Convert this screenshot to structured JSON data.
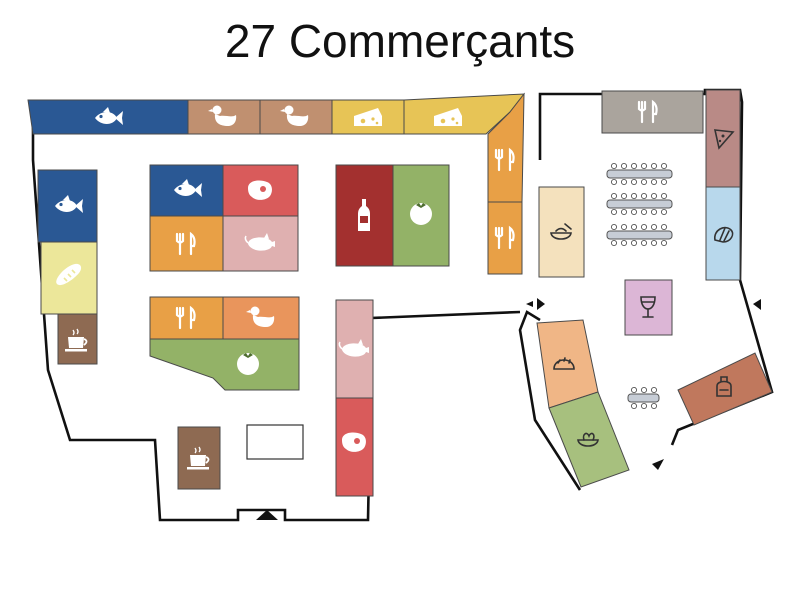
{
  "title": "27 Commerçants",
  "colors": {
    "fish": "#2a5894",
    "poultry": "#c09070",
    "cheese": "#e7c456",
    "restaurant": "#e8a046",
    "butcher": "#d95b5b",
    "pork": "#dfb0b0",
    "wine": "#a3302f",
    "vegetables": "#93b267",
    "bakery": "#ece79a",
    "coffee": "#8e6a52",
    "rice": "#f4e1bd",
    "tacos": "#f0b686",
    "pizza": "#b98a86",
    "seafood": "#b8d8ec",
    "wine_bar": "#dcb6d6",
    "salad": "#a7c07e",
    "sauce": "#c0785d",
    "gray": "#aaa49d",
    "tables": "#c7cdd6"
  },
  "stalls": [
    {
      "id": "fish-top",
      "icon": "fish-icon"
    },
    {
      "id": "poultry-1",
      "icon": "duck-icon"
    },
    {
      "id": "poultry-2",
      "icon": "duck-icon"
    },
    {
      "id": "cheese-1",
      "icon": "cheese-icon"
    },
    {
      "id": "cheese-2",
      "icon": "cheese-icon"
    },
    {
      "id": "restaurant-right-1",
      "icon": "cutlery-icon"
    },
    {
      "id": "restaurant-right-2",
      "icon": "cutlery-icon"
    },
    {
      "id": "fish-left",
      "icon": "fish-icon"
    },
    {
      "id": "bakery",
      "icon": "bread-icon"
    },
    {
      "id": "coffee-left",
      "icon": "coffee-icon"
    },
    {
      "id": "fish-center",
      "icon": "fish-icon"
    },
    {
      "id": "butcher-center",
      "icon": "steak-icon"
    },
    {
      "id": "restaurant-center",
      "icon": "cutlery-icon"
    },
    {
      "id": "pork-center",
      "icon": "pig-icon"
    },
    {
      "id": "wine",
      "icon": "wine-bottle-icon"
    },
    {
      "id": "vegetables-center",
      "icon": "tomato-icon"
    },
    {
      "id": "restaurant-lower",
      "icon": "cutlery-icon"
    },
    {
      "id": "poultry-lower",
      "icon": "duck-icon"
    },
    {
      "id": "vegetables-lower",
      "icon": "tomato-icon"
    },
    {
      "id": "coffee-lower",
      "icon": "coffee-icon"
    },
    {
      "id": "pork-column",
      "icon": "pig-icon"
    },
    {
      "id": "butcher-column",
      "icon": "steak-icon"
    },
    {
      "id": "restaurant-hall",
      "icon": "cutlery-icon"
    },
    {
      "id": "pizza",
      "icon": "pizza-icon"
    },
    {
      "id": "seafood",
      "icon": "shell-icon"
    },
    {
      "id": "rice-bowl",
      "icon": "bowl-icon"
    },
    {
      "id": "wine-bar",
      "icon": "wine-glass-icon"
    },
    {
      "id": "tacos",
      "icon": "taco-icon"
    },
    {
      "id": "salad",
      "icon": "salad-icon"
    },
    {
      "id": "sauce",
      "icon": "sauce-icon"
    }
  ]
}
